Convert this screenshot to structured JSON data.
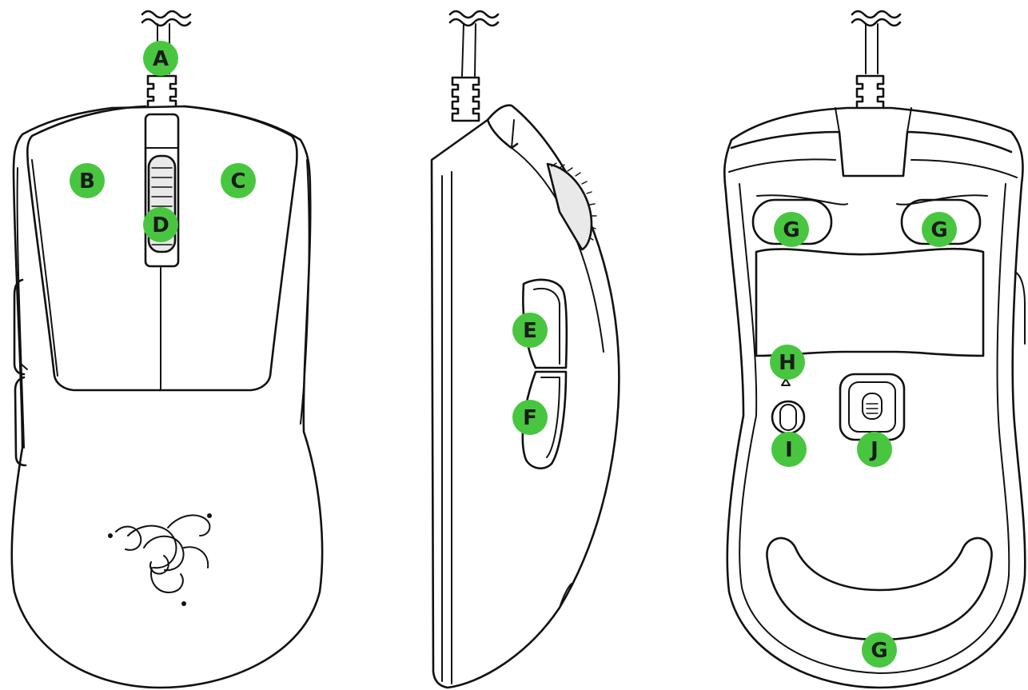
{
  "diagram": {
    "views": [
      {
        "name": "top-view",
        "labels": [
          {
            "id": "A",
            "text": "A"
          },
          {
            "id": "B",
            "text": "B"
          },
          {
            "id": "C",
            "text": "C"
          },
          {
            "id": "D",
            "text": "D"
          }
        ]
      },
      {
        "name": "side-view",
        "labels": [
          {
            "id": "E",
            "text": "E"
          },
          {
            "id": "F",
            "text": "F"
          }
        ]
      },
      {
        "name": "bottom-view",
        "labels": [
          {
            "id": "G1",
            "text": "G"
          },
          {
            "id": "G2",
            "text": "G"
          },
          {
            "id": "H",
            "text": "H"
          },
          {
            "id": "I",
            "text": "I"
          },
          {
            "id": "J",
            "text": "J"
          },
          {
            "id": "G3",
            "text": "G"
          }
        ]
      }
    ],
    "colors": {
      "label_fill": "#48c640",
      "label_text": "#1b1b1b",
      "outline": "#111111",
      "background": "#ffffff"
    }
  }
}
